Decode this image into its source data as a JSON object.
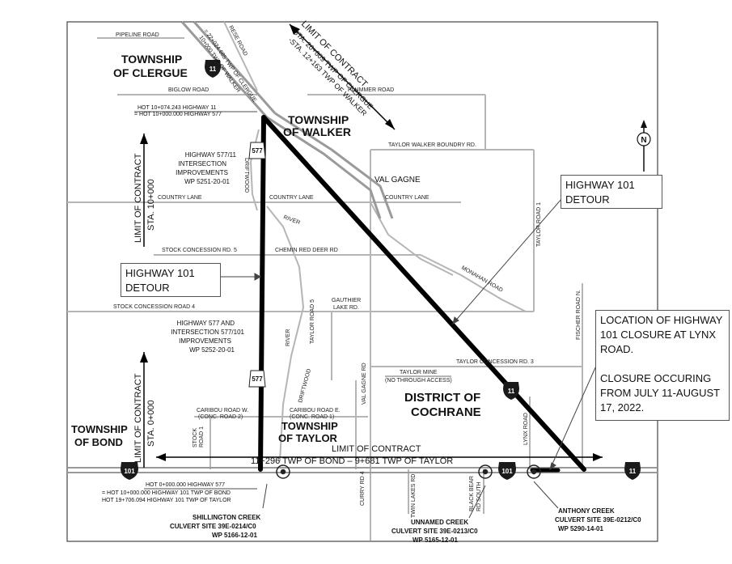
{
  "townships": {
    "clergue": [
      "TOWNSHIP",
      "OF CLERGUE"
    ],
    "walker": [
      "TOWNSHIP",
      "OF WALKER"
    ],
    "bond": [
      "TOWNSHIP",
      "OF BOND"
    ],
    "taylor": [
      "TOWNSHIP",
      "OF TAYLOR"
    ],
    "cochrane": [
      "DISTRICT OF",
      "COCHRANE"
    ],
    "val_gagne": "VAL GAGNE"
  },
  "roads": {
    "pipeline": "PIPELINE ROAD",
    "rese": "RESE ROAD",
    "biglow": "BIGLOW ROAD",
    "plummer": "PLUMMER ROAD",
    "taylor_walker": "TAYLOR WALKER BOUNDRY RD.",
    "driftwood_north": "DRIFTWOOD",
    "country_lane_w": "COUNTRY LANE",
    "country_lane_c": "COUNTRY LANE",
    "country_lane_e": "COUNTRY LANE",
    "river_north": "RIVER",
    "stock_conc_5": "STOCK CONCESSION RD. 5",
    "chemin_red_deer": "CHEMIN RED DEER RD",
    "monahan": "MONAHAN ROAD",
    "taylor_road_1": "TAYLOR ROAD 1",
    "stock_conc_4": "STOCK CONCESSION ROAD 4",
    "taylor_road_5": "TAYLOR ROAD 5",
    "gauthier": [
      "GAUTHIER",
      "LAKE RD."
    ],
    "fischer": "FISCHER ROAD N.",
    "river_south": "RIVER",
    "driftwood_south": "DRIFTWOOD",
    "val_gagne_rd": "VAL GAGNE RD",
    "taylor_conc_3": "TAYLOR CONCESSION RD. 3",
    "taylor_mine": [
      "TAYLOR MINE",
      "(NO THROUGH ACCESS)"
    ],
    "caribou_w": [
      "CARIBOU ROAD W.",
      "(CONC. ROAD 2)"
    ],
    "caribou_e": [
      "CARIBOU ROAD E.",
      "(CONC. ROAD 1)"
    ],
    "stock_road_1": [
      "STOCK",
      "ROAD 1"
    ],
    "lynx": "LYNX ROAD",
    "curry": "CURRY RD 4",
    "twin_lakes": "TWIN LAKES RD",
    "black_bear": [
      "BLACK BEAR",
      "RD SOUTH"
    ]
  },
  "annotations": {
    "hot_north": [
      "HOT 10+074.243 HIGHWAY 11",
      "= HOT 10+000.000 HIGHWAY 577"
    ],
    "clergue_station": [
      "= 22+024.685 TWP OF CLERGUE",
      "10+000 TWP OF WALKER"
    ],
    "limit_ne": [
      "LIMIT OF CONTRACT",
      "STA. 20+609 TWP OF CLERGUE",
      "-STA. 12+163 TWP OF WALKER"
    ],
    "limit_w_north": [
      "LIMIT OF CONTRACT",
      "STA. 10+000"
    ],
    "limit_w_south": [
      "LIMIT OF CONTRACT",
      "STA. 0+000"
    ],
    "hwy577_11": [
      "HIGHWAY 577/11",
      "INTERSECTION",
      "IMPROVEMENTS",
      "WP 5251-20-01"
    ],
    "hwy577_101": [
      "HIGHWAY 577 AND",
      "INTERSECTION 577/101",
      "IMPROVEMENTS",
      "WP 5252-20-01"
    ],
    "limit_bottom": "LIMIT OF CONTRACT",
    "limit_bottom_stations": "11+296 TWP OF BOND  –  9+681 TWP OF TAYLOR",
    "hot_south": [
      "HOT 0+000.000 HIGHWAY 577",
      "= HOT 10+000.000 HIGHWAY 101 TWP OF BOND",
      "HOT 19+706.094 HIGHWAY 101 TWP OF TAYLOR"
    ],
    "shillington": [
      "SHILLINGTON CREEK",
      "CULVERT SITE 39E-0214/C0",
      "WP 5166-12-01"
    ],
    "unnamed": [
      "UNNAMED CREEK",
      "CULVERT SITE 39E-0213/C0",
      "WP 5165-12-01"
    ],
    "anthony": [
      "ANTHONY CREEK",
      "CULVERT SITE 39E-0212/C0",
      "WP 5290-14-01"
    ]
  },
  "shields": {
    "hwy11_top": "11",
    "hwy577_north": "577",
    "hwy577_south": "577",
    "hwy11_mid": "11",
    "hwy101_west": "101",
    "hwy101_east": "101",
    "hwy11_east": "11"
  },
  "north_arrow": "N",
  "callouts": {
    "detour_east": [
      "HIGHWAY 101",
      "DETOUR"
    ],
    "detour_west": [
      "HIGHWAY 101",
      "DETOUR"
    ],
    "closure": [
      "LOCATION OF HIGHWAY",
      "101 CLOSURE AT LYNX",
      "ROAD.",
      "",
      "CLOSURE OCCURING",
      "FROM JULY 11-AUGUST",
      "17, 2022."
    ]
  },
  "colors": {
    "detour_route": "#000000",
    "road_minor": "#b8b8b8",
    "road_major": "#9a9a9a",
    "text": "#111111"
  }
}
